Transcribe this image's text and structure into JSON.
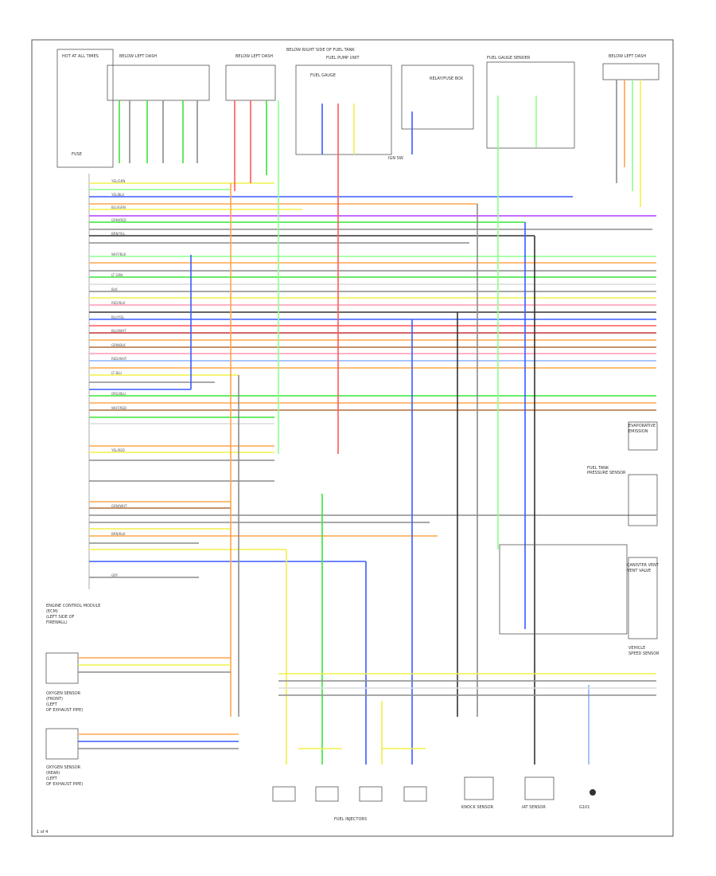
{
  "colors": {
    "red": "#ff5a5a",
    "blue": "#3a5cff",
    "green": "#37e637",
    "yellow": "#f0f04a",
    "orange": "#ffa64d",
    "gray": "#8c8c8c",
    "black": "#333333",
    "purple": "#b43cff",
    "lightgreen": "#8cff8c",
    "lightblue": "#8cb4ff",
    "pink": "#ff9ab4",
    "brown": "#b46e3c",
    "darkred": "#c83232",
    "white": "#dcdcdc"
  },
  "top_labels": {
    "main_title": "BELOW RIGHT SIDE OF FUEL TANK",
    "fuel_pump_unit": "FUEL PUMP UNIT",
    "fuel_gauge": "FUEL GAUGE",
    "relay_fuse": "RELAY/FUSE BOX",
    "ignition": "IGN SW",
    "below_left_dash_1": "BELOW LEFT DASH",
    "below_left_dash_2": "BELOW LEFT DASH",
    "below_left_dash_3": "BELOW LEFT DASH",
    "fuel_gauge_sender": "FUEL GAUGE SENDER",
    "fuse": "FUSE",
    "hot_at_all_times": "HOT AT ALL TIMES"
  },
  "ecm_labels": {
    "l1": "ENGINE CONTROL MODULE",
    "l2": "(ECM)",
    "l3": "(LEFT SIDE OF",
    "l4": "FIREWALL)"
  },
  "side_labels": {
    "o2_front_1": "OXYGEN SENSOR",
    "o2_front_2": "(FRONT)",
    "o2_front_3": "(LEFT",
    "o2_front_4": "OF EXHAUST PIPE)",
    "o2_rear_1": "OXYGEN SENSOR",
    "o2_rear_2": "(REAR)",
    "o2_rear_3": "(LEFT",
    "o2_rear_4": "OF EXHAUST PIPE)",
    "fuel_injectors": "FUEL INJECTORS",
    "canister_vent": "CANISTER VENT",
    "vent_valve": "VENT VALVE",
    "fuel_tank_press_1": "FUEL TANK",
    "fuel_tank_press_2": "PRESSURE SENSOR",
    "speed_sensor_1": "VEHICLE",
    "speed_sensor_2": "SPEED SENSOR",
    "evap_1": "EVAPORATIVE",
    "evap_2": "EMISSION",
    "knock": "KNOCK SENSOR",
    "iat": "IAT SENSOR",
    "ground": "G101",
    "page": "1 of 4"
  },
  "wire_labels": {
    "w1": "YEL/GRN",
    "w2": "YEL/BLU",
    "w3": "BLU/GRN",
    "w4": "GRN/RED",
    "w5": "BRN/YEL",
    "w6": "WHT/BLK",
    "w7": "LT GRN",
    "w8": "BLK",
    "w9": "RED/BLK",
    "w10": "BLU/YEL",
    "w11": "BLU/WHT",
    "w12": "GRN/BLK",
    "w13": "RED/WHT",
    "w14": "LT BLU",
    "w15": "ORG/BLU",
    "w16": "WHT/RED",
    "w17": "YEL/RED",
    "w18": "GRN/WHT",
    "w19": "BRN/BLK",
    "w20": "GRY"
  }
}
